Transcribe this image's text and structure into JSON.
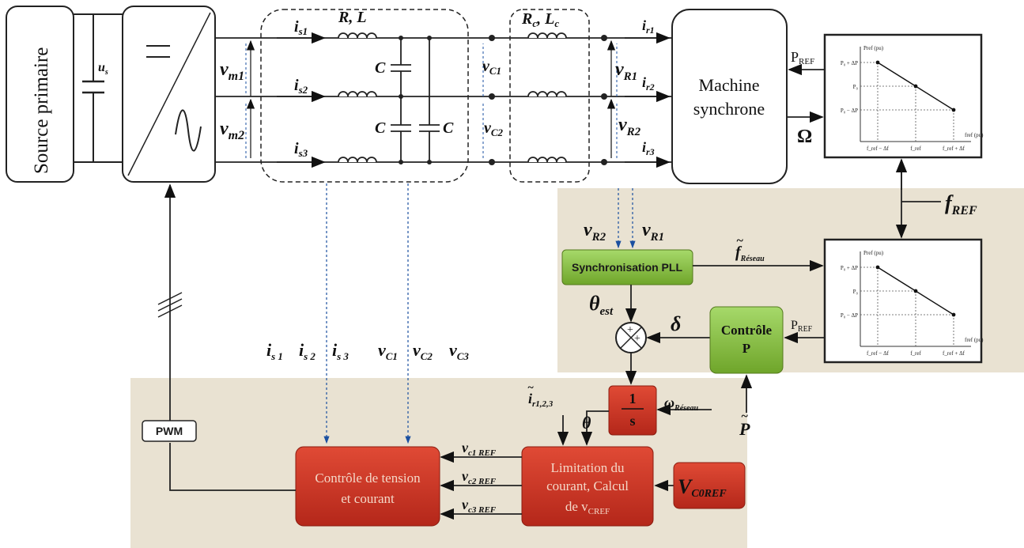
{
  "source": {
    "title": "Source primaire",
    "cap_label": "u",
    "cap_sub": "s"
  },
  "power_lines": {
    "vm1": "v",
    "vm1_sub": "m1",
    "vm2": "v",
    "vm2_sub": "m2",
    "is1": "i",
    "is1_sub": "s1",
    "is2": "i",
    "is2_sub": "s2",
    "is3": "i",
    "is3_sub": "s3",
    "rl": "R, L",
    "c_top": "C",
    "c_mid": "C",
    "c_right": "C",
    "vc1": "v",
    "vc1_sub": "C1",
    "vc2": "v",
    "vc2_sub": "C2",
    "rc": "R",
    "rc_sub": "c",
    "lc": "L",
    "lc_sub": "c",
    "vr1": "v",
    "vr1_sub": "R1",
    "vr2": "v",
    "vr2_sub": "R2",
    "ir1": "i",
    "ir1_sub": "r1",
    "ir2": "i",
    "ir2_sub": "r2",
    "ir3": "i",
    "ir3_sub": "r3"
  },
  "machine": {
    "line1": "Machine",
    "line2": "synchrone",
    "omega": "Ω",
    "pref": "P",
    "pref_sub": "REF"
  },
  "droop": {
    "y_axis": "P",
    "y_axis_sub": "ref (pu)",
    "x_axis": "f",
    "x_axis_sub": "ref (pu)",
    "y_ticks": [
      "P₀ + ΔP",
      "P₀",
      "P₀ − ΔP"
    ],
    "x_ticks": [
      "f_ref − Δf",
      "f_ref",
      "f_ref + Δf"
    ]
  },
  "fref": {
    "label": "f",
    "sub": "REF"
  },
  "control": {
    "vr2": "v",
    "vr2_sub": "R2",
    "vr1": "v",
    "vr1_sub": "R1",
    "pll": "Synchronisation PLL",
    "f_reseau": "f",
    "f_reseau_sub": "Réseau",
    "theta_est": "θ",
    "theta_est_sub": "est",
    "delta": "δ",
    "controle_p_1": "Contrôle",
    "controle_p_2": "P",
    "pref": "P",
    "pref_sub": "REF",
    "p_tilde": "P",
    "plus1": "+",
    "plus2": "+",
    "integrator_num": "1",
    "integrator_den": "s",
    "omega_reseau": "ω",
    "omega_reseau_sub": "Réseau",
    "theta": "θ",
    "ir_meas": "i",
    "ir_meas_sub": "r1,2,3"
  },
  "measure_labels": {
    "is1": "i",
    "is1_sub": "s 1",
    "is2": "i",
    "is2_sub": "s 2",
    "is3": "i",
    "is3_sub": "s 3",
    "vc1": "v",
    "vc1_sub": "C1",
    "vc2": "v",
    "vc2_sub": "C2",
    "vc3": "v",
    "vc3_sub": "C3"
  },
  "pwm": "PWM",
  "voltage_ctrl": {
    "line1": "Contrôle  de tension",
    "line2": "et courant"
  },
  "vcref": {
    "v1": "v",
    "v1_sub": "c1 REF",
    "v2": "v",
    "v2_sub": "c2 REF",
    "v3": "v",
    "v3_sub": "c3 REF"
  },
  "limitation": {
    "line1": "Limitation du",
    "line2": "courant, Calcul",
    "line3": "de v",
    "line3_sub": "CREF"
  },
  "vc0ref": {
    "label": "V",
    "sub": "C0REF"
  },
  "colors": {
    "red_block": "#c8321f",
    "green_block": "#8cc63f",
    "panel_bg": "#e9e2d2"
  }
}
